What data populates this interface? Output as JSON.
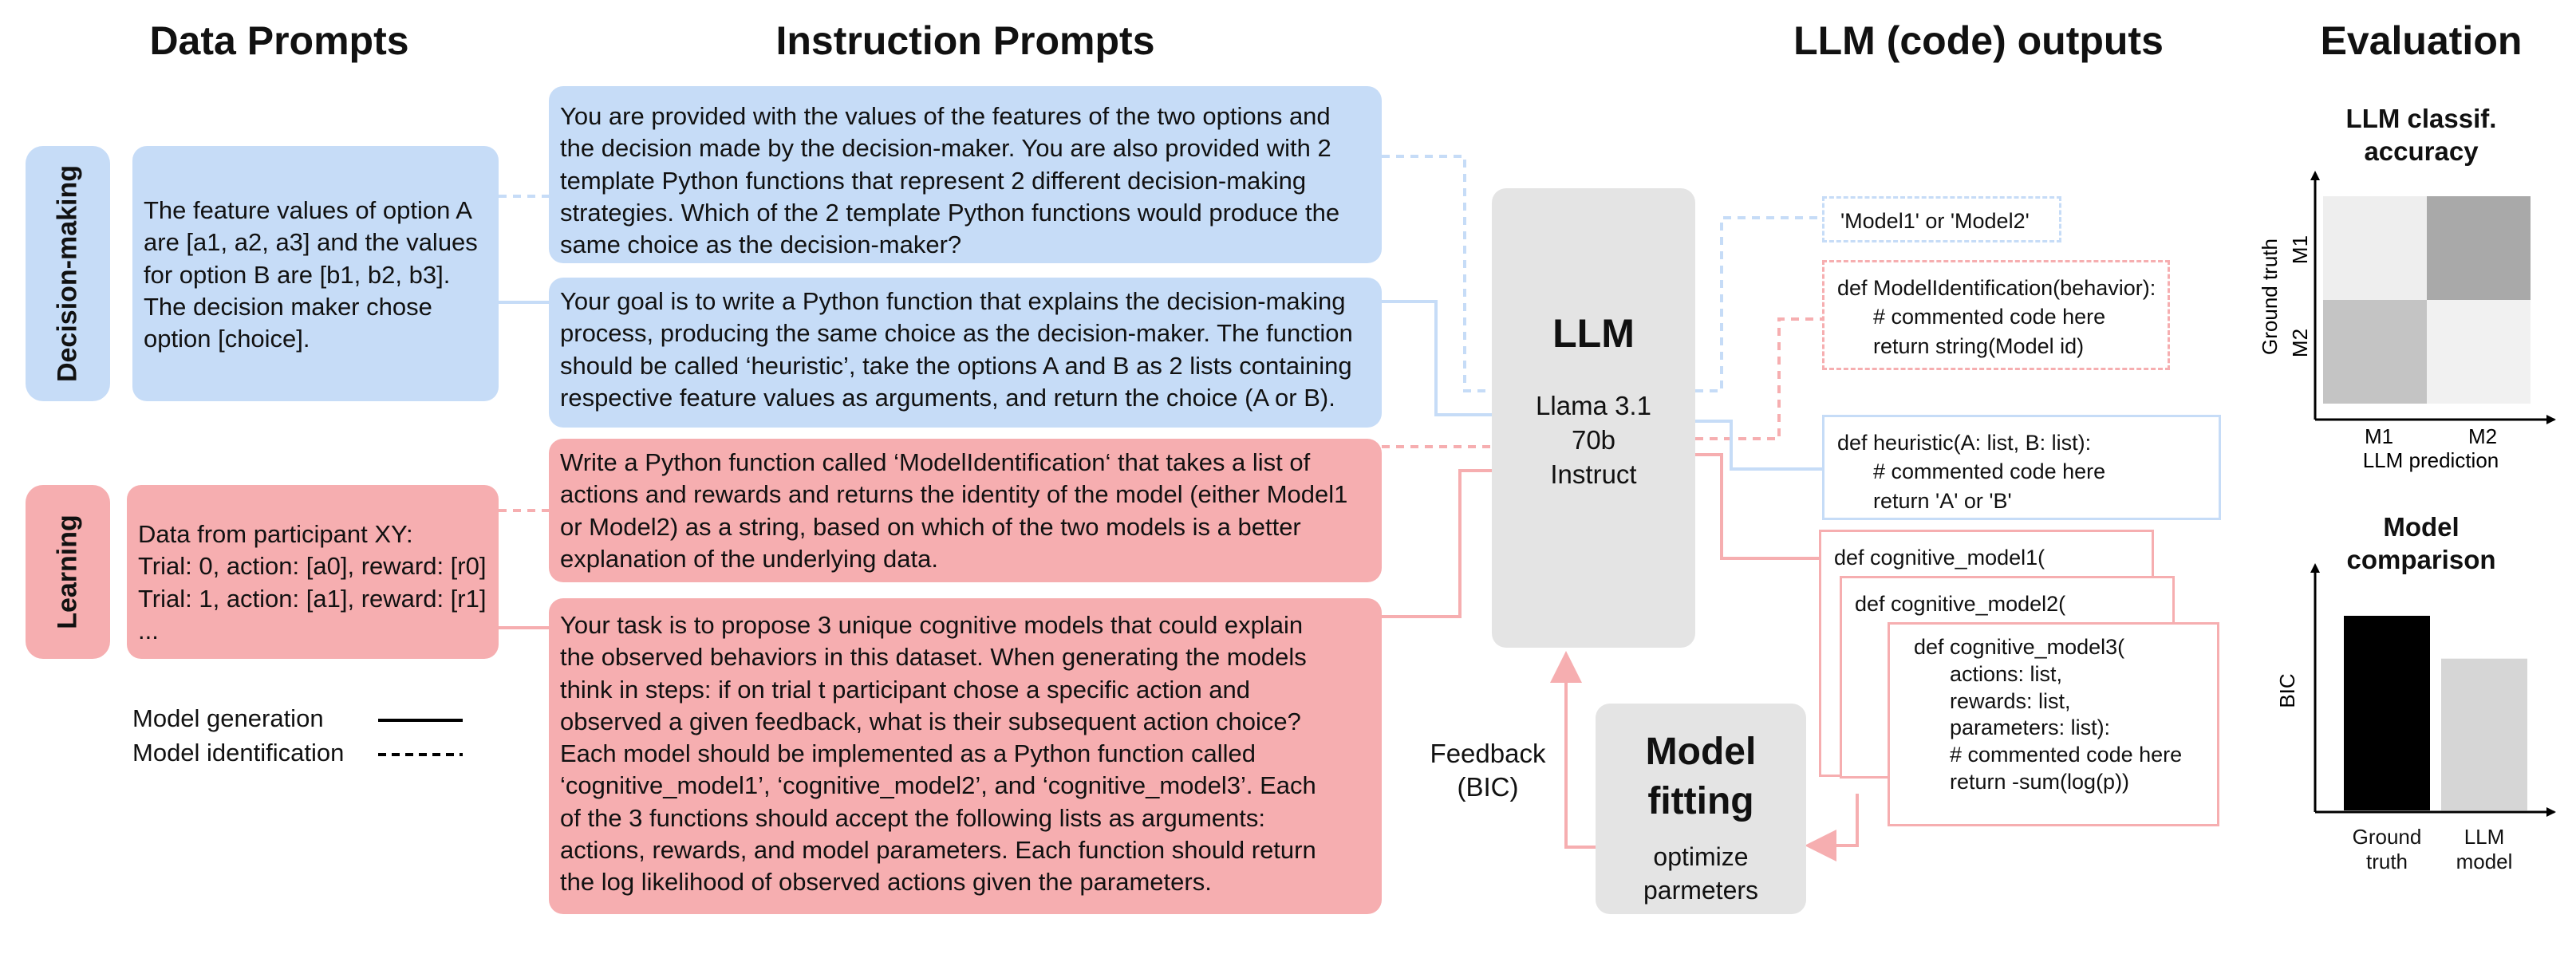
{
  "headers": {
    "data_prompts": "Data Prompts",
    "instruction_prompts": "Instruction Prompts",
    "llm_outputs": "LLM (code) outputs",
    "evaluation": "Evaluation"
  },
  "side_labels": {
    "decision_making": "Decision-making",
    "learning": "Learning"
  },
  "data_prompts": {
    "decision": "The feature values of option A\nare [a1, a2, a3] and the values\nfor option B are [b1, b2, b3].\nThe decision maker chose\noption [choice].",
    "learning": "Data from participant XY:\nTrial: 0, action: [a0], reward: [r0]\nTrial: 1, action: [a1], reward: [r1]\n..."
  },
  "legend": {
    "generation": "Model generation",
    "identification": "Model identification"
  },
  "instruction_prompts": {
    "dm_identification": "You are provided with the values of the features of the two options and\nthe decision made by the decision-maker. You are also provided with 2\ntemplate Python functions that represent 2 different decision-making\nstrategies. Which of the 2 template Python functions would produce the\nsame choice as the decision-maker?",
    "dm_generation": "Your goal is to write a Python function that explains the decision-making\nprocess, producing the same choice as the decision-maker. The function\nshould be called ‘heuristic’, take the options A and B as 2 lists containing\nrespective feature values as arguments, and return the choice (A or B).",
    "learning_identification": "Write a Python function called ‘ModelIdentification‘ that takes a list of\nactions and rewards and returns the identity of the model (either Model1\nor Model2) as a string, based on which of the two models is a better\nexplanation of the underlying data.",
    "learning_generation": "Your task is to propose 3 unique cognitive models that could explain\nthe observed behaviors in this dataset. When generating the models\nthink in steps: if on trial t participant chose a specific action and\nobserved a given feedback, what is their subsequent action choice?\nEach model should be implemented as a Python function called\n‘cognitive_model1’, ‘cognitive_model2’, and ‘cognitive_model3’. Each\nof the 3 functions should accept the following lists as arguments:\nactions, rewards, and model parameters. Each function should return\nthe log likelihood of observed actions given the parameters."
  },
  "llm": {
    "title": "LLM",
    "model_line1": "Llama 3.1",
    "model_line2": "70b",
    "model_line3": "Instruct"
  },
  "fitting": {
    "title_line1": "Model",
    "title_line2": "fitting",
    "sub_line1": "optimize",
    "sub_line2": "parmeters",
    "feedback_line1": "Feedback",
    "feedback_line2": "(BIC)"
  },
  "outputs": {
    "dm_identification": "'Model1' or 'Model2'",
    "learning_identification": "def ModelIdentification(behavior):\n      # commented code here\n      return string(Model id)",
    "dm_generation": "def heuristic(A: list, B: list):\n      # commented code here\n      return 'A' or 'B'",
    "cog1": "def cognitive_model1(",
    "cog2": "def cognitive_model2(",
    "cog3": "def cognitive_model3(\n      actions: list,\n      rewards: list,\n      parameters: list):\n      # commented code here\n      return -sum(log(p))"
  },
  "colors": {
    "blue": "#c6dcf7",
    "red": "#f6aeb0",
    "gray_box": "#e4e4e4"
  },
  "chart_data": [
    {
      "type": "heatmap",
      "title": "LLM classif.\naccuracy",
      "xlabel": "LLM prediction",
      "ylabel": "Ground truth",
      "x_categories": [
        "M1",
        "M2"
      ],
      "y_categories": [
        "M1",
        "M2"
      ],
      "cell_shades": [
        [
          "#eeeeee",
          "#a9a9a9"
        ],
        [
          "#c4c4c4",
          "#f1f1f1"
        ]
      ]
    },
    {
      "type": "bar",
      "title": "Model\ncomparison",
      "ylabel": "BIC",
      "categories": [
        "Ground\ntruth",
        "LLM\nmodel"
      ],
      "values": [
        1.0,
        0.78
      ],
      "colors": [
        "#000000",
        "#d6d6d6"
      ]
    }
  ]
}
